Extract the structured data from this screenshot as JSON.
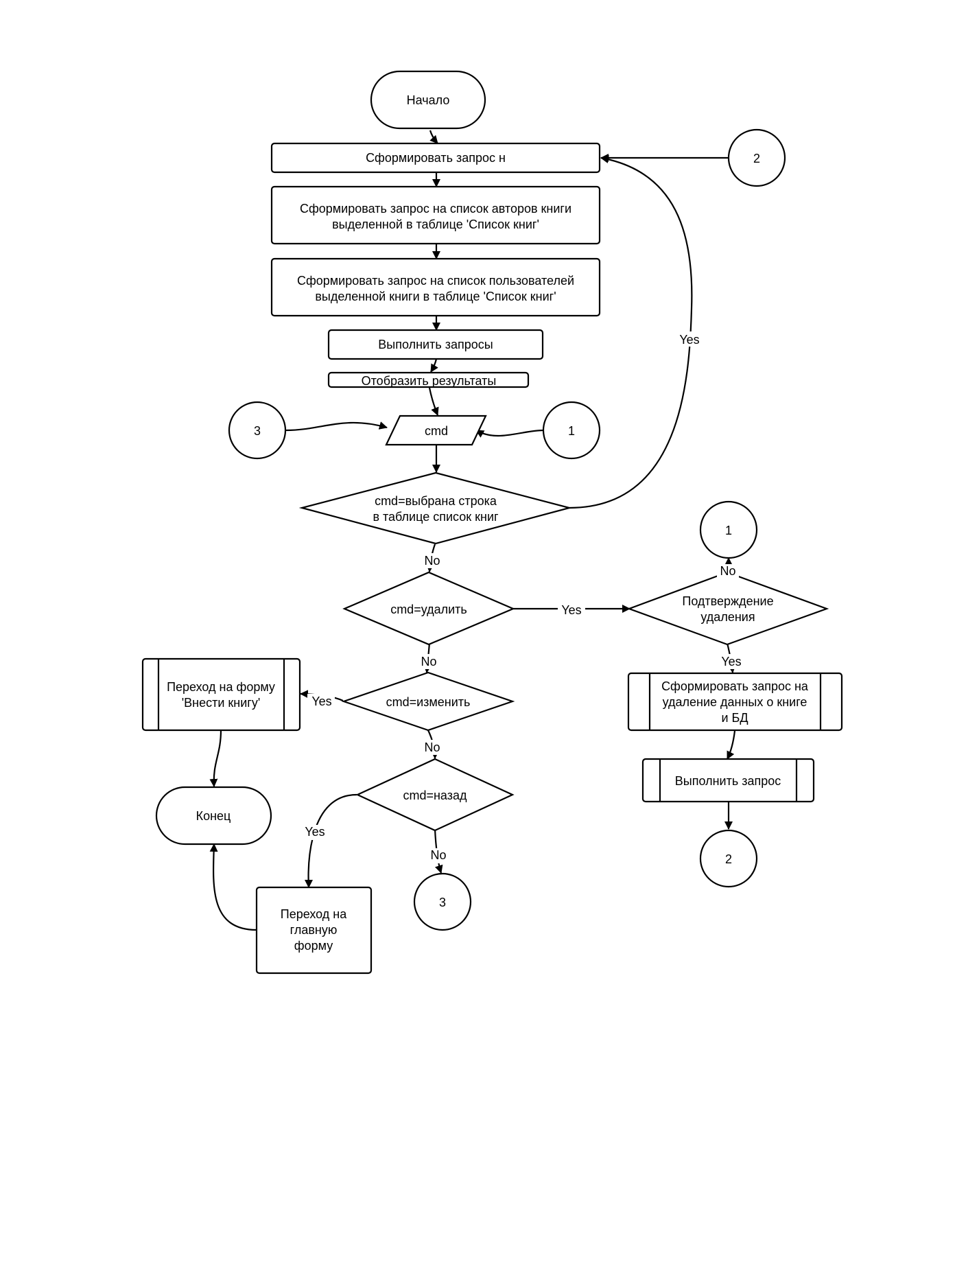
{
  "nodes": {
    "start": "Начало",
    "req1": "Сформировать запрос  н",
    "req_authors": [
      "Сформировать запрос на список авторов книги",
      "выделенной в таблице 'Список книг'"
    ],
    "req_users": [
      "Сформировать запрос на список пользователей",
      "выделенной книги в таблице 'Список книг'"
    ],
    "exec": "Выполнить запросы",
    "show": "Отобразить результаты",
    "cmd": "cmd",
    "dec_selected": [
      "cmd=выбрана строка",
      "в таблице список книг"
    ],
    "dec_delete": "cmd=удалить",
    "dec_confirm": [
      "Подтверждение",
      "удаления"
    ],
    "proc_delete_req": [
      "Сформировать запрос на",
      "удаление данных о книге",
      "и БД"
    ],
    "proc_exec_one": "Выполнить запрос",
    "dec_edit": "cmd=изменить",
    "proc_goto_add": [
      "Переход на форму",
      "'Внести книгу'"
    ],
    "end": "Конец",
    "dec_back": "cmd=назад",
    "goto_main": [
      "Переход на",
      "главную",
      "форму"
    ]
  },
  "connectors": {
    "c2_top": "2",
    "c3_left": "3",
    "c1_right": "1",
    "c1_top_right": "1",
    "c3_bottom": "3",
    "c2_bottom": "2"
  },
  "edge_labels": {
    "selected_yes": "Yes",
    "selected_no": "No",
    "delete_yes": "Yes",
    "delete_no": "No",
    "confirm_no": "No",
    "confirm_yes": "Yes",
    "edit_yes": "Yes",
    "edit_no": "No",
    "back_yes": "Yes",
    "back_no": "No"
  }
}
